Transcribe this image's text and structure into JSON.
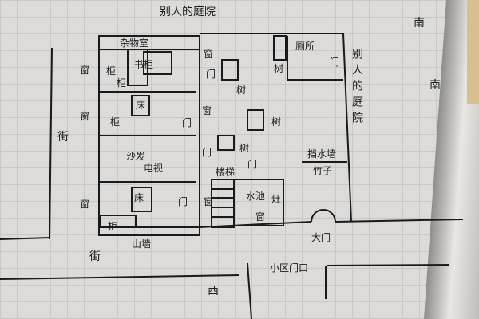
{
  "title": "别人的庭院",
  "side_title": "别人的庭院",
  "rooms": {
    "storage": "杂物室",
    "bed": "床",
    "bed2": "床",
    "sofa": "沙发",
    "tv": "电视",
    "stairs": "楼梯",
    "sink": "水池",
    "stove": "灶",
    "toilet": "厕所",
    "desk": "书柜",
    "cabinet": "柜",
    "cabinet2": "柜",
    "cabinet3": "柜",
    "cabinet4": "柜"
  },
  "labels": {
    "window": "窗",
    "door": "门",
    "tree": "树",
    "water_wall": "挡水墙",
    "bamboo": "竹子",
    "main_gate": "大门",
    "community_gate": "小区门口",
    "gable_wall": "山墙",
    "street": "街",
    "west": "西",
    "south": "南",
    "south_edge": "南"
  }
}
